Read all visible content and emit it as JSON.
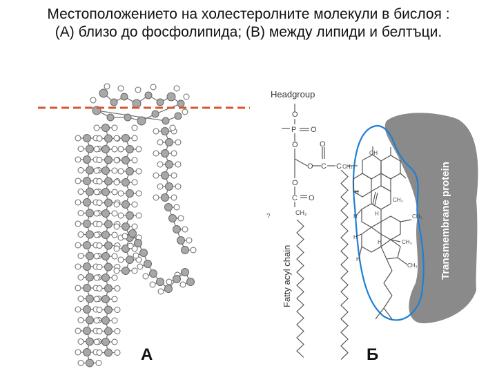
{
  "title": {
    "line1": "Местоположението на холестеролните молекули в бислоя :",
    "line2": "(A) близо до фосфолипида; (B) между липиди и белтъци."
  },
  "labels": {
    "panel_a": "А",
    "panel_b": "Б"
  },
  "diagram": {
    "headgroup": "Headgroup",
    "fatty_acyl_chain": "Fatty acyl chain",
    "transmembrane_protein": "Transmembrane protein",
    "atom_p": "P",
    "atom_o": "O",
    "atom_c": "C",
    "group_ch2": "CH₂",
    "group_ch3": "CH₃",
    "group_oh": "OH",
    "atom_h": "H",
    "side_mark": "?"
  },
  "colors": {
    "dashed_line": "#d9542b",
    "protein": "#8a8a8a",
    "outline": "#1e7fd6",
    "atom_dark": "#a8a8a8",
    "atom_light": "#ffffff"
  }
}
